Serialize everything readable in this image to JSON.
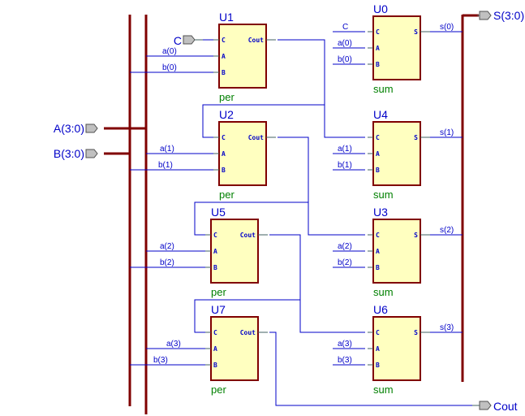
{
  "diagram": {
    "type": "schematic",
    "description": "4-bit ripple-carry adder built from per (carry) and sum cells",
    "ports": {
      "A": "A(3:0)",
      "B": "B(3:0)",
      "C": "C",
      "S": "S(3:0)",
      "Cout": "Cout"
    },
    "carry_cells": [
      {
        "inst": "U1",
        "cell": "per",
        "pins": [
          "C",
          "A",
          "B",
          "Cout"
        ],
        "a": "a(0)",
        "b": "b(0)"
      },
      {
        "inst": "U2",
        "cell": "per",
        "pins": [
          "C",
          "A",
          "B",
          "Cout"
        ],
        "a": "a(1)",
        "b": "b(1)"
      },
      {
        "inst": "U5",
        "cell": "per",
        "pins": [
          "C",
          "A",
          "B",
          "Cout"
        ],
        "a": "a(2)",
        "b": "b(2)"
      },
      {
        "inst": "U7",
        "cell": "per",
        "pins": [
          "C",
          "A",
          "B",
          "Cout"
        ],
        "a": "a(3)",
        "b": "b(3)"
      }
    ],
    "sum_cells": [
      {
        "inst": "U0",
        "cell": "sum",
        "pins": [
          "C",
          "A",
          "B",
          "S"
        ],
        "c": "C",
        "a": "a(0)",
        "b": "b(0)",
        "s": "s(0)"
      },
      {
        "inst": "U4",
        "cell": "sum",
        "pins": [
          "C",
          "A",
          "B",
          "S"
        ],
        "c": "",
        "a": "a(1)",
        "b": "b(1)",
        "s": "s(1)"
      },
      {
        "inst": "U3",
        "cell": "sum",
        "pins": [
          "C",
          "A",
          "B",
          "S"
        ],
        "c": "",
        "a": "a(2)",
        "b": "b(2)",
        "s": "s(2)"
      },
      {
        "inst": "U6",
        "cell": "sum",
        "pins": [
          "C",
          "A",
          "B",
          "S"
        ],
        "c": "",
        "a": "a(3)",
        "b": "b(3)",
        "s": "s(3)"
      }
    ],
    "colors": {
      "wire": "#0000c8",
      "bus": "#800000",
      "box_fill": "#ffffc0",
      "cell_label": "#008000"
    }
  }
}
